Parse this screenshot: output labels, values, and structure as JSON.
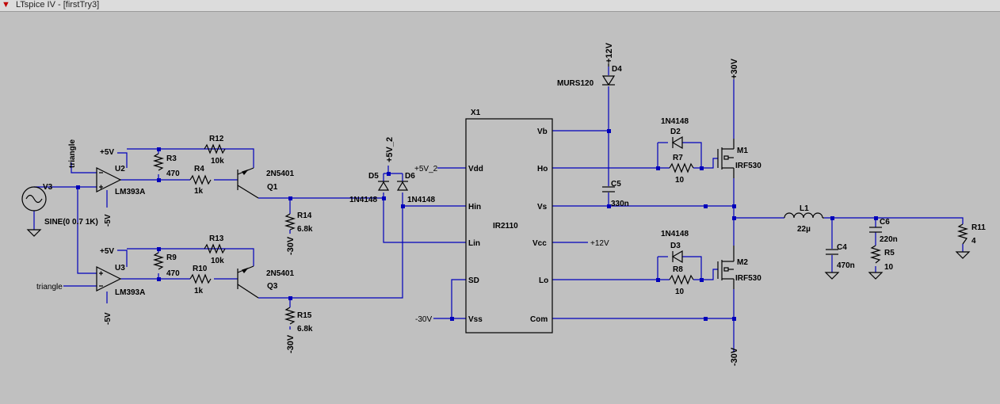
{
  "window": {
    "title": "LTspice IV - [firstTry3]",
    "app_icon": "ltspice-app-icon"
  },
  "colors": {
    "wire": "#0000bb",
    "component": "#000000",
    "background": "#c0c0c0"
  },
  "nets": {
    "triangle_top": "triangle",
    "triangle_bottom": "triangle",
    "p5v_u2": "+5V",
    "p5v_u3": "+5V",
    "m5v_u2": "-5V",
    "m5v_u3": "-5V",
    "m30v_r14": "-30V",
    "m30v_r15": "-30V",
    "p5v2_top": "+5V_2",
    "p5v2_vdd": "+5V_2",
    "p12v_top": "+12V",
    "p12v_vcc": "+12V",
    "p30v": "+30V",
    "m30v_vss": "-30V",
    "m30v_bottom": "-30V"
  },
  "components": {
    "V3": {
      "name": "V3",
      "value": "SINE(0 0.7 1K)"
    },
    "U2": {
      "name": "U2",
      "value": "LM393A"
    },
    "U3": {
      "name": "U3",
      "value": "LM393A"
    },
    "R3": {
      "name": "R3",
      "value": "470"
    },
    "R9": {
      "name": "R9",
      "value": "470"
    },
    "R4": {
      "name": "R4",
      "value": "1k"
    },
    "R10": {
      "name": "R10",
      "value": "1k"
    },
    "R12": {
      "name": "R12",
      "value": "10k"
    },
    "R13": {
      "name": "R13",
      "value": "10k"
    },
    "Q1": {
      "name": "Q1",
      "value": "2N5401"
    },
    "Q3": {
      "name": "Q3",
      "value": "2N5401"
    },
    "R14": {
      "name": "R14",
      "value": "6.8k"
    },
    "R15": {
      "name": "R15",
      "value": "6.8k"
    },
    "D5": {
      "name": "D5",
      "value": "1N4148"
    },
    "D6": {
      "name": "D6",
      "value": "1N4148"
    },
    "X1": {
      "name": "X1",
      "value": "IR2110",
      "pins_left": [
        "Vdd",
        "Hin",
        "Lin",
        "SD",
        "Vss"
      ],
      "pins_right": [
        "Vb",
        "Ho",
        "Vs",
        "Vcc",
        "Lo",
        "Com"
      ]
    },
    "D4": {
      "name": "D4",
      "value": "MURS120"
    },
    "C5": {
      "name": "C5",
      "value": "330n"
    },
    "D2": {
      "name": "D2",
      "value": "1N4148"
    },
    "D3": {
      "name": "D3",
      "value": "1N4148"
    },
    "R7": {
      "name": "R7",
      "value": "10"
    },
    "R8": {
      "name": "R8",
      "value": "10"
    },
    "M1": {
      "name": "M1",
      "value": "IRF530"
    },
    "M2": {
      "name": "M2",
      "value": "IRF530"
    },
    "L1": {
      "name": "L1",
      "value": "22µ"
    },
    "C4": {
      "name": "C4",
      "value": "470n"
    },
    "C6": {
      "name": "C6",
      "value": "220n"
    },
    "R5": {
      "name": "R5",
      "value": "10"
    },
    "R11": {
      "name": "R11",
      "value": "4"
    }
  }
}
